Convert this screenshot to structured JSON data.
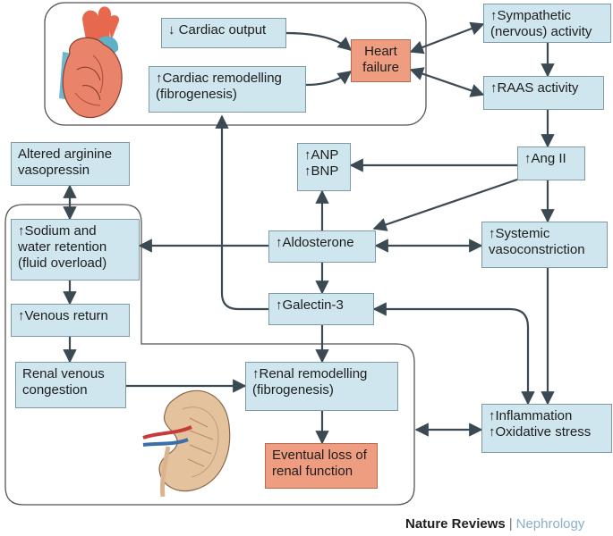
{
  "nodes": {
    "cardiac_output": {
      "l1": "↓ Cardiac output"
    },
    "heart_failure": {
      "l1": "Heart",
      "l2": "failure"
    },
    "cardiac_remodelling": {
      "l1": "↑Cardiac remodelling",
      "l2": "(fibrogenesis)"
    },
    "sympathetic": {
      "l1": "↑Sympathetic",
      "l2": "(nervous) activity"
    },
    "raas": {
      "l1": "↑RAAS activity"
    },
    "avp": {
      "l1": "Altered arginine",
      "l2": "vasopressin"
    },
    "anp_bnp": {
      "l1": "↑ANP",
      "l2": "↑BNP"
    },
    "ang2": {
      "l1": "↑Ang II"
    },
    "sodium": {
      "l1": "↑Sodium and",
      "l2": "water retention",
      "l3": "(fluid overload)"
    },
    "aldosterone": {
      "l1": "↑Aldosterone"
    },
    "vasoconstriction": {
      "l1": "↑Systemic",
      "l2": "vasoconstriction"
    },
    "galectin": {
      "l1": "↑Galectin-3"
    },
    "venous_return": {
      "l1": "↑Venous return"
    },
    "renal_venous": {
      "l1": "Renal venous",
      "l2": "congestion"
    },
    "renal_remodelling": {
      "l1": "↑Renal remodelling",
      "l2": "(fibrogenesis)"
    },
    "inflammation": {
      "l1": "↑Inflammation",
      "l2": "↑Oxidative stress"
    },
    "loss_renal": {
      "l1": "Eventual loss of",
      "l2": "renal function"
    }
  },
  "footer": {
    "journal": "Nature Reviews",
    "separator": "|",
    "subject": "Nephrology"
  },
  "colors": {
    "box_fill": "#cfe6ef",
    "highlight_fill": "#ef9d80",
    "arrow": "#3b4a52",
    "region_border": "#555555"
  },
  "icons": [
    "heart-illustration",
    "kidney-illustration"
  ]
}
